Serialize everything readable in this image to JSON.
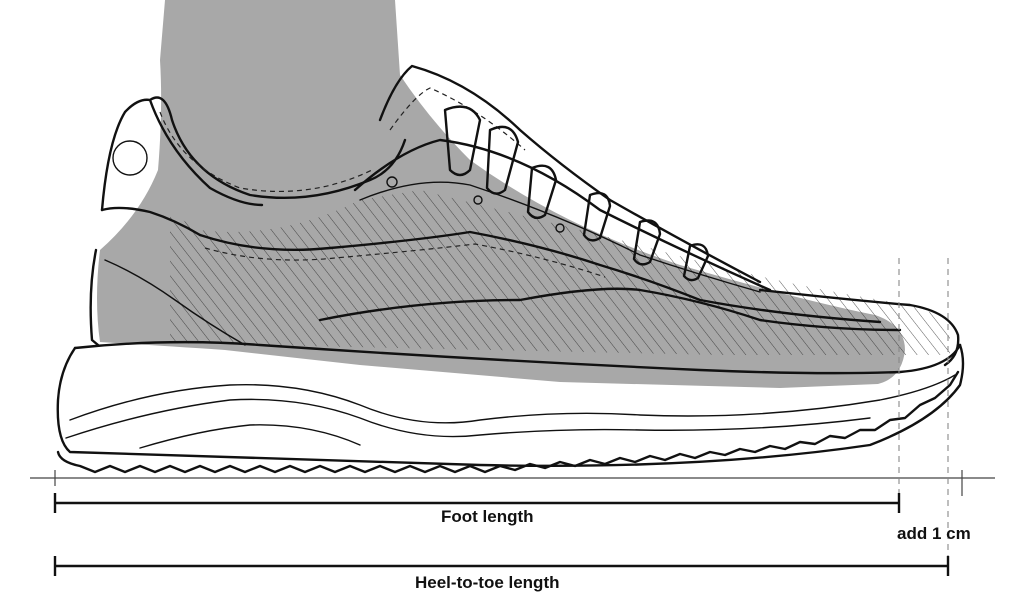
{
  "labels": {
    "foot_length": "Foot length",
    "add_allowance": "add 1 cm",
    "heel_to_toe_length": "Heel-to-toe length"
  },
  "colors": {
    "foot_fill": "#a8a8a8",
    "line": "#111111",
    "background": "#ffffff"
  }
}
